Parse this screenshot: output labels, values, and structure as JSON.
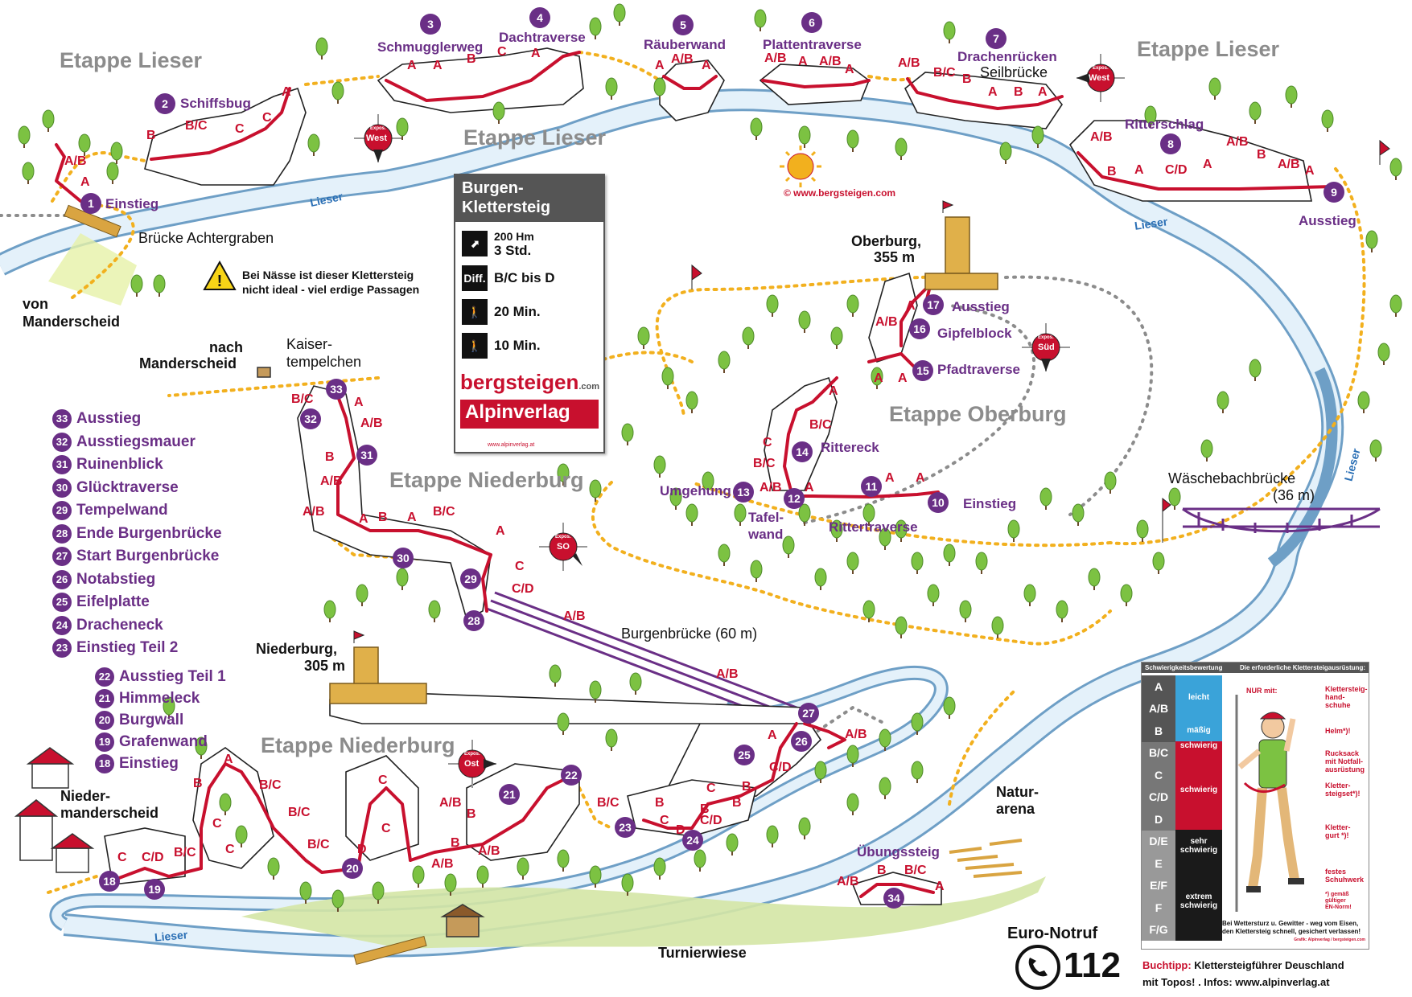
{
  "etappen": {
    "lieser_1": "Etappe Lieser",
    "lieser_2": "Etappe Lieser",
    "lieser_3": "Etappe Lieser",
    "niederburg_1": "Etappe Niederburg",
    "niederburg_2": "Etappe Niederburg",
    "oberburg": "Etappe Oberburg"
  },
  "places": {
    "von": "von",
    "manderscheid": "Manderscheid",
    "nach": "nach",
    "nach_manderscheid": "Manderscheid",
    "kaiser": "Kaiser-",
    "tempelchen": "tempelchen",
    "bruecke": "Brücke Achtergraben",
    "oberburg": "Oberburg,",
    "oberburg_h": "355 m",
    "niederburg": "Niederburg,",
    "niederburg_h": "305 m",
    "nieder": "Nieder-",
    "manderscheid2": "manderscheid",
    "natur": "Natur-",
    "arena": "arena",
    "waeschebach": "Wäschebachbrücke",
    "waeschebach_len": "(36 m)",
    "burgenbruecke": "Burgenbrücke (60 m)",
    "turnierwiese": "Turnierwiese",
    "seilbruecke": "Seilbrücke",
    "umgehung": "Umgehung",
    "tafel": "Tafel-",
    "wand": "wand",
    "uebungssteig": "Übungssteig",
    "website": "© www.bergsteigen.com",
    "warning_1": "Bei Nässe ist dieser Klettersteig",
    "warning_2": "nicht ideal - viel erdige Passagen",
    "euro_notruf": "Euro-Notruf",
    "notruf_nummer": "112",
    "buchtipp_label": "Buchtipp:",
    "buchtipp_1": " Klettersteigführer Deuschland",
    "buchtipp_2": "mit Topos! . Infos: www.alpinverlag.at"
  },
  "rivers": {
    "lieser": "Lieser"
  },
  "compass": {
    "west": "West",
    "sued": "Süd",
    "so": "SO",
    "ost": "Ost",
    "expos": "Expos."
  },
  "stations_map": [
    {
      "n": "1",
      "label": "Einstieg"
    },
    {
      "n": "2",
      "label": "Schiffsbug"
    },
    {
      "n": "3",
      "label": "Schmugglerweg"
    },
    {
      "n": "4",
      "label": "Dachtraverse"
    },
    {
      "n": "5",
      "label": "Räuberwand"
    },
    {
      "n": "6",
      "label": "Plattentraverse"
    },
    {
      "n": "7",
      "label": "Drachenrücken"
    },
    {
      "n": "8",
      "label": "Ritterschlag"
    },
    {
      "n": "9",
      "label": "Ausstieg"
    },
    {
      "n": "10",
      "label": "Einstieg"
    },
    {
      "n": "11",
      "label": ""
    },
    {
      "n": "12",
      "label": ""
    },
    {
      "n": "13",
      "label": ""
    },
    {
      "n": "14",
      "label": "Rittereck"
    },
    {
      "n": "15",
      "label": "Pfadtraverse"
    },
    {
      "n": "16",
      "label": "Gipfelblock"
    },
    {
      "n": "17",
      "label": "Ausstieg"
    },
    {
      "n": "rittertraverse",
      "label": "Rittertraverse"
    }
  ],
  "legend": [
    {
      "n": "33",
      "label": "Ausstieg"
    },
    {
      "n": "32",
      "label": "Ausstiegsmauer"
    },
    {
      "n": "31",
      "label": "Ruinenblick"
    },
    {
      "n": "30",
      "label": "Glücktraverse"
    },
    {
      "n": "29",
      "label": "Tempelwand"
    },
    {
      "n": "28",
      "label": "Ende Burgenbrücke"
    },
    {
      "n": "27",
      "label": "Start Burgenbrücke"
    },
    {
      "n": "26",
      "label": "Notabstieg"
    },
    {
      "n": "25",
      "label": "Eifelplatte"
    },
    {
      "n": "24",
      "label": "Dracheneck"
    },
    {
      "n": "23",
      "label": "Einstieg Teil 2"
    }
  ],
  "legend2": [
    {
      "n": "22",
      "label": "Ausstieg Teil 1"
    },
    {
      "n": "21",
      "label": "Himmeleck"
    },
    {
      "n": "20",
      "label": "Burgwall"
    },
    {
      "n": "19",
      "label": "Grafenwand"
    },
    {
      "n": "18",
      "label": "Einstieg"
    }
  ],
  "infobox": {
    "title_1": "Burgen-",
    "title_2": "Klettersteig",
    "hm": "200 Hm",
    "std": "3 Std.",
    "diff_label": "Diff.",
    "diff": "B/C bis D",
    "zustieg": "20 Min.",
    "abstieg": "10 Min.",
    "brand": "bergsteigen",
    "brand_tld": ".com",
    "verlag": "Alpinverlag",
    "verlag_sub": "www.alpinverlag.at"
  },
  "difficulty_panel": {
    "header_left": "Schwierigkeitsbewertung",
    "header_right": "Die erforderliche Klettersteigausrüstung:",
    "grades": [
      "A",
      "A/B",
      "B",
      "B/C",
      "C",
      "C/D",
      "D",
      "D/E",
      "E",
      "E/F",
      "F",
      "F/G"
    ],
    "band_leicht": "leicht",
    "band_maessig": "mäßig",
    "band_schwierig_1": "schwierig",
    "band_schwierig_2": "schwierig",
    "band_sehr_1": "sehr",
    "band_sehr_2": "schwierig",
    "band_extrem_1": "extrem",
    "band_extrem_2": "schwierig",
    "nur_mit": "NUR mit:",
    "eq_1": "Klettersteig-",
    "eq_1b": "hand-",
    "eq_1c": "schuhe",
    "eq_2": "Helm*)!",
    "eq_3": "Rucksack",
    "eq_3b": "mit Notfall-",
    "eq_3c": "ausrüstung",
    "eq_4": "Kletter-",
    "eq_4b": "steigset*)!",
    "eq_5": "Kletter-",
    "eq_5b": "gurt *)!",
    "eq_6": "festes",
    "eq_6b": "Schuhwerk",
    "eq_norm_1": "*) gemäß",
    "eq_norm_2": "gültiger",
    "eq_norm_3": "EN-Norm!",
    "footer_1": "Bei Wettersturz u. Gewitter - weg vom Eisen,",
    "footer_2": "den Klettersteig schnell, gesichert verlassen!",
    "credit": "Grafik: Alpinverlag / bergsteigen.com"
  },
  "colors": {
    "route": "#c8102e",
    "purple": "#6a2f86",
    "trail": "#f2b01e",
    "river": "#b9d9ef",
    "river_edge": "#6e9fc6",
    "tree": "#7cc242",
    "grass": "#d4e6a5",
    "grey": "#8c8c8c",
    "band_blue": "#3aa3d9",
    "band_red": "#c8102e"
  },
  "icons": [
    "warning-icon",
    "sun-icon",
    "castle-icon",
    "flag-icon",
    "phone-icon",
    "compass-icon",
    "tree-icon",
    "house-icon",
    "climber-icon"
  ]
}
